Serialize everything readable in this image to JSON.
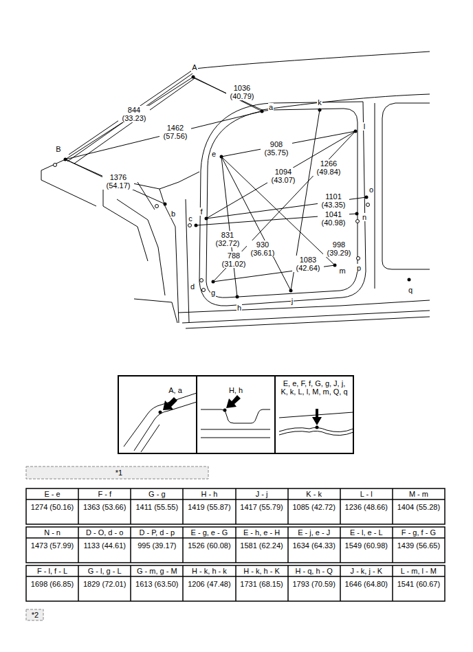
{
  "diagram": {
    "labels": [
      "A",
      "1036 (40.79)",
      "a",
      "k",
      "844 (33.23)",
      "1462 (57.56)",
      "l",
      "B",
      "908 (35.75)",
      "e",
      "1266 (49.84)",
      "1094 (43.07)",
      "1376 (54.17)",
      "o",
      "b",
      "f",
      "1101 (43.35)",
      "c",
      "1041 (40.98)",
      "n",
      "831 (32.72)",
      "930 (36.61)",
      "998 (39.29)",
      "1083 (42.64)",
      "p",
      "788 (31.02)",
      "m",
      "d",
      "g",
      "h",
      "j",
      "q",
      "A, a",
      "H, h",
      "E, e, F, f, G, g, J, j, K, k, L, l, M, m, Q, q",
      "*1",
      "E - e",
      "F - f",
      "G - g",
      "H - h",
      "J - j",
      "K - k",
      "L - l",
      "M - m",
      "1274 (50.16)",
      "1363 (53.66)",
      "1411 (55.55)",
      "1419 (55.87)",
      "1417 (55.79)",
      "1085 (42.72)",
      "1236 (48.66)",
      "1404 (55.28)",
      "N - n",
      "D - O, d - o",
      "D - P, d - p",
      "E - g, e - G",
      "E - h, e - H",
      "E - j, e - J",
      "E - l, e - L",
      "F - g, f - G",
      "1473 (57.99)",
      "1133 (44.61)",
      "995 (39.17)",
      "1526 (60.08)",
      "1581 (62.24)",
      "1634 (64.33)",
      "1549 (60.98)",
      "1439 (56.65)",
      "F - l, f - L",
      "G - l, g - L",
      "G - m, g - M",
      "H - k, h - k",
      "H - k, h - K",
      "H - q, h - Q",
      "J - k, j - K",
      "L - m, l - M",
      "1698 (66.85)",
      "1829 (72.01)",
      "1613 (63.50)",
      "1206 (47.48)",
      "1731 (68.15)",
      "1793 (70.59)",
      "1646 (64.80)",
      "1541 (60.67)",
      "*2"
    ]
  }
}
